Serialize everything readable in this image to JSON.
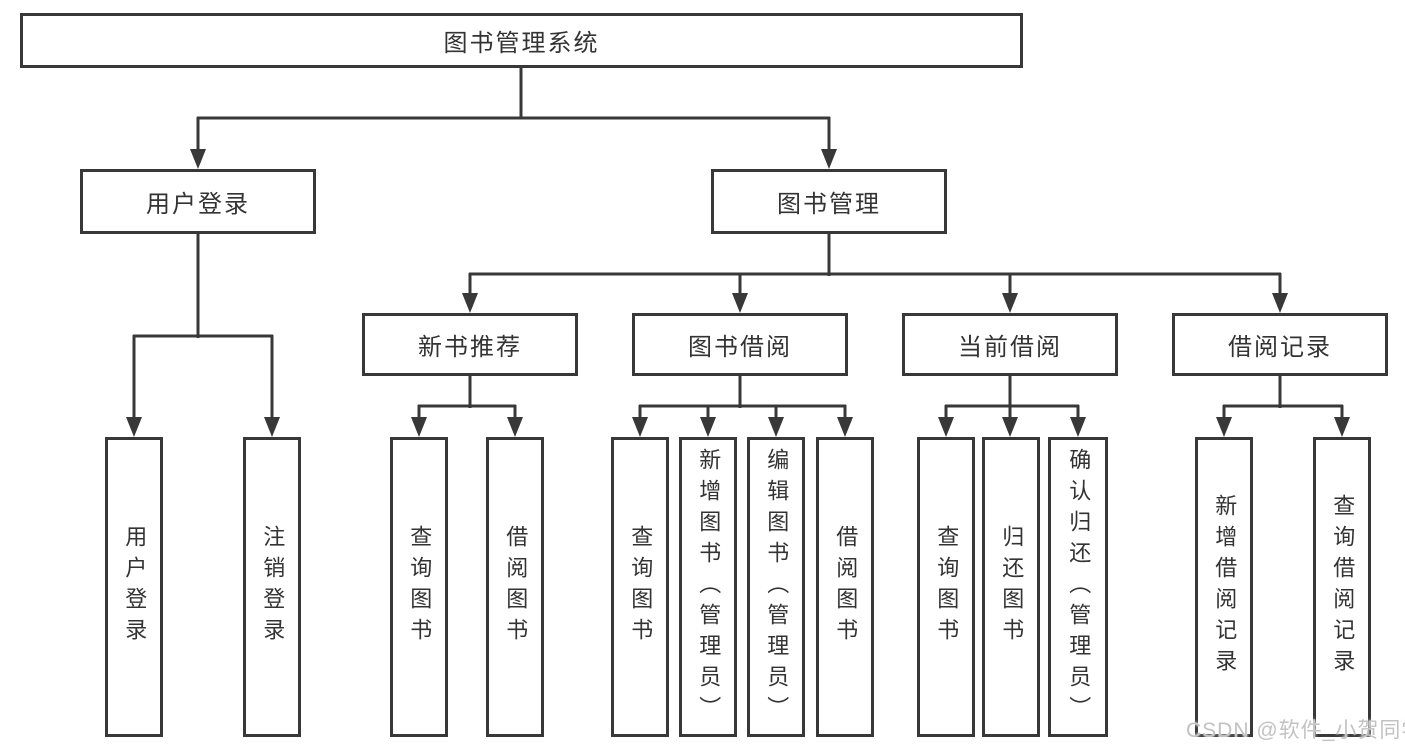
{
  "tree": {
    "root": {
      "label": "图书管理系统"
    },
    "branches": [
      {
        "label": "用户登录",
        "children": [
          "用户登录",
          "注销登录"
        ]
      },
      {
        "label": "图书管理",
        "sections": [
          {
            "label": "新书推荐",
            "children": [
              "查询图书",
              "借阅图书"
            ]
          },
          {
            "label": "图书借阅",
            "children": [
              "查询图书",
              "新增图书（管理员）",
              "编辑图书（管理员）",
              "借阅图书"
            ]
          },
          {
            "label": "当前借阅",
            "children": [
              "查询图书",
              "归还图书",
              "确认归还（管理员）"
            ]
          },
          {
            "label": "借阅记录",
            "children": [
              "新增借阅记录",
              "查询借阅记录"
            ]
          }
        ]
      }
    ]
  },
  "watermark": "CSDN @软件_小贺同学",
  "colors": {
    "line": "#383838",
    "text": "#333333",
    "background": "#ffffff",
    "watermark": "#c2c2c2"
  }
}
